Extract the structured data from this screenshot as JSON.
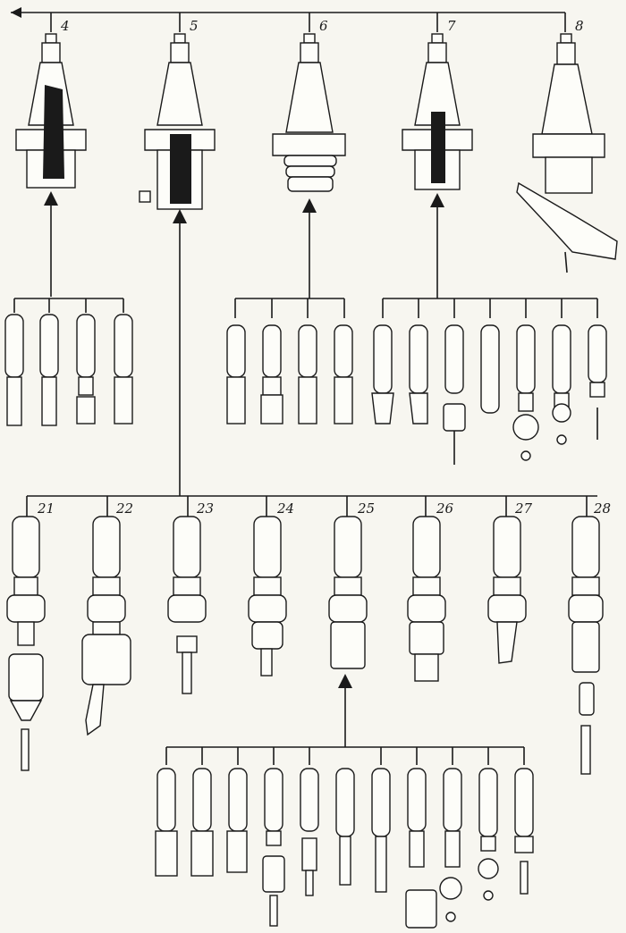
{
  "figure": {
    "top_labels": [
      "4",
      "5",
      "6",
      "7",
      "8"
    ],
    "mid_labels": [
      "21",
      "22",
      "23",
      "24",
      "25",
      "26",
      "27",
      "28"
    ],
    "colors": {
      "ink": "#1a1a1a",
      "paper": "#f7f6f0"
    }
  }
}
